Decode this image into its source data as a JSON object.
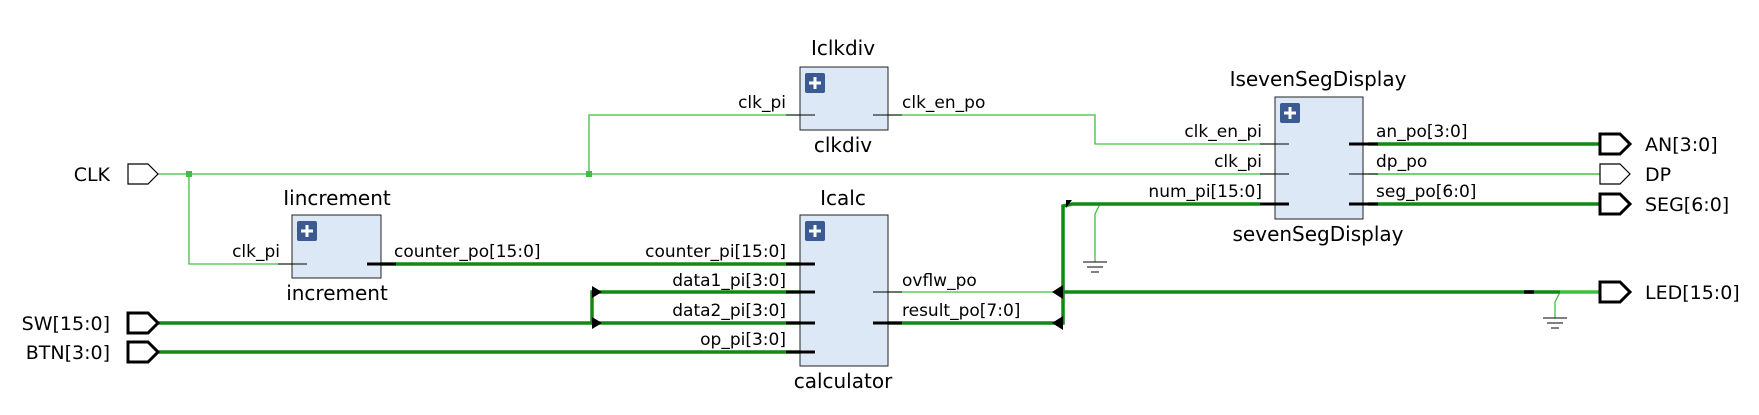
{
  "top_ports": {
    "clk": "CLK",
    "sw": "SW[15:0]",
    "btn": "BTN[3:0]",
    "an": "AN[3:0]",
    "dp": "DP",
    "seg": "SEG[6:0]",
    "led": "LED[15:0]"
  },
  "cells": {
    "clkdiv": {
      "instance": "Iclkdiv",
      "module": "clkdiv",
      "pin_in": "clk_pi",
      "pin_out": "clk_en_po"
    },
    "increment": {
      "instance": "Iincrement",
      "module": "increment",
      "pin_in": "clk_pi",
      "pin_out": "counter_po[15:0]"
    },
    "calc": {
      "instance": "Icalc",
      "module": "calculator",
      "pins_in": [
        "counter_pi[15:0]",
        "data1_pi[3:0]",
        "data2_pi[3:0]",
        "op_pi[3:0]"
      ],
      "pins_out": [
        "ovflw_po",
        "result_po[7:0]"
      ]
    },
    "seg": {
      "instance": "IsevenSegDisplay",
      "module": "sevenSegDisplay",
      "pins_in": [
        "clk_en_pi",
        "clk_pi",
        "num_pi[15:0]"
      ],
      "pins_out": [
        "an_po[3:0]",
        "dp_po",
        "seg_po[6:0]"
      ]
    }
  },
  "icons": {
    "expand": "plus-icon",
    "ground": "ground-icon"
  },
  "colors": {
    "net": "#3fbf3f",
    "bus": "#118a11",
    "cell_fill": "#dde8f6",
    "expand_button": "#3b5a92"
  }
}
